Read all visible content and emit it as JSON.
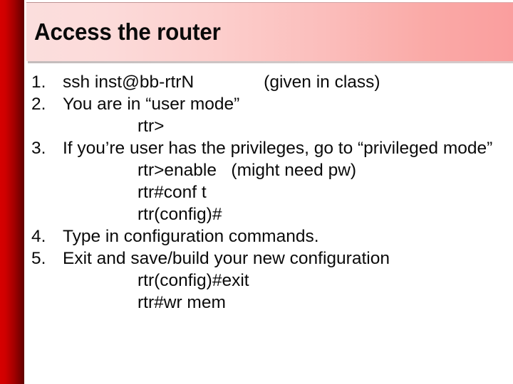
{
  "slide": {
    "title": "Access the router",
    "accent_red_light": "#d60000",
    "accent_red_dark": "#5e0000",
    "title_band_left": "#fbdedd",
    "title_band_right": "#fa9e9e",
    "body_background": "#ffffff",
    "text_color": "#0a0a0a"
  },
  "body": {
    "items": [
      {
        "number": "1.",
        "text_before_gap": "ssh inst@bb-rtrN",
        "text_after_gap": "(given in class)",
        "sub_lines": []
      },
      {
        "number": "2.",
        "text_before_gap": "You are in “user mode”",
        "text_after_gap": "",
        "sub_lines": [
          "rtr>"
        ]
      },
      {
        "number": "3.",
        "text_before_gap": "If you’re user has the privileges, go to “privileged mode”",
        "text_after_gap": "",
        "sub_lines": [
          "rtr>enable   (might need pw)",
          "rtr#conf t",
          "rtr(config)#"
        ]
      },
      {
        "number": "4.",
        "text_before_gap": "Type in configuration commands.",
        "text_after_gap": "",
        "sub_lines": []
      },
      {
        "number": "5.",
        "text_before_gap": "Exit and save/build your new configuration",
        "text_after_gap": "",
        "sub_lines": [
          "rtr(config)#exit",
          "rtr#wr mem"
        ]
      }
    ]
  }
}
